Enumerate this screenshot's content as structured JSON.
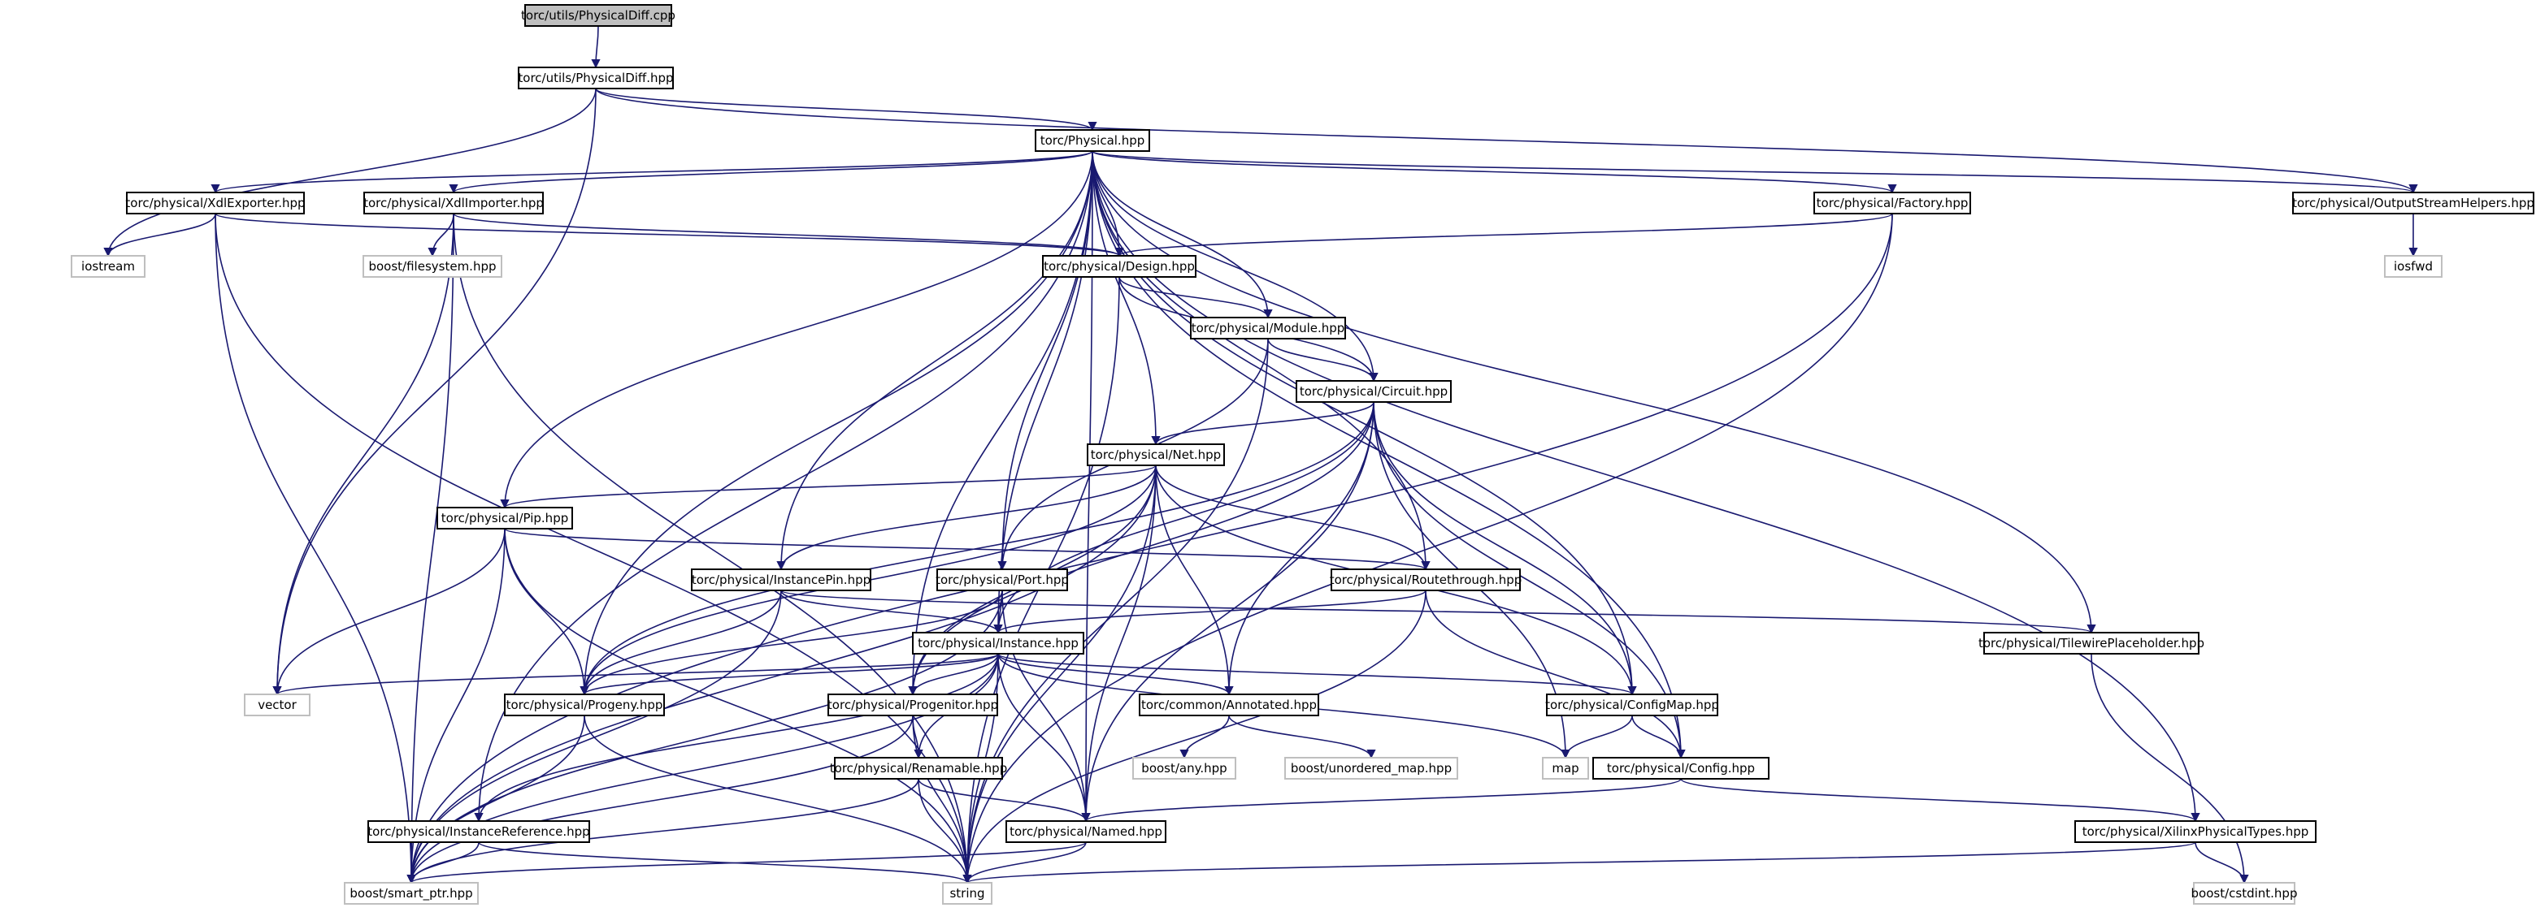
{
  "colors": {
    "root_fill": "#bfbfbf",
    "node_fill": "#ffffff",
    "ext_border": "#bfbfbf",
    "edge": "#191970"
  },
  "nodes": [
    {
      "id": "physdiff_cpp",
      "label": "torc/utils/PhysicalDiff.cpp",
      "style": "root"
    },
    {
      "id": "physdiff_hpp",
      "label": "torc/utils/PhysicalDiff.hpp",
      "style": "normal"
    },
    {
      "id": "physical",
      "label": "torc/Physical.hpp",
      "style": "normal"
    },
    {
      "id": "xdlexporter",
      "label": "torc/physical/XdlExporter.hpp",
      "style": "normal"
    },
    {
      "id": "xdlimporter",
      "label": "torc/physical/XdlImporter.hpp",
      "style": "normal"
    },
    {
      "id": "factory",
      "label": "torc/physical/Factory.hpp",
      "style": "normal"
    },
    {
      "id": "outstream",
      "label": "torc/physical/OutputStreamHelpers.hpp",
      "style": "normal"
    },
    {
      "id": "iostream",
      "label": "iostream",
      "style": "external"
    },
    {
      "id": "bfilesystem",
      "label": "boost/filesystem.hpp",
      "style": "external"
    },
    {
      "id": "design",
      "label": "torc/physical/Design.hpp",
      "style": "normal"
    },
    {
      "id": "iosfwd",
      "label": "iosfwd",
      "style": "external"
    },
    {
      "id": "module",
      "label": "torc/physical/Module.hpp",
      "style": "normal"
    },
    {
      "id": "circuit",
      "label": "torc/physical/Circuit.hpp",
      "style": "normal"
    },
    {
      "id": "net",
      "label": "torc/physical/Net.hpp",
      "style": "normal"
    },
    {
      "id": "pip",
      "label": "torc/physical/Pip.hpp",
      "style": "normal"
    },
    {
      "id": "instancepin",
      "label": "torc/physical/InstancePin.hpp",
      "style": "normal"
    },
    {
      "id": "port",
      "label": "torc/physical/Port.hpp",
      "style": "normal"
    },
    {
      "id": "routethrough",
      "label": "torc/physical/Routethrough.hpp",
      "style": "normal"
    },
    {
      "id": "instance",
      "label": "torc/physical/Instance.hpp",
      "style": "normal"
    },
    {
      "id": "tilewire",
      "label": "torc/physical/TilewirePlaceholder.hpp",
      "style": "normal"
    },
    {
      "id": "vector",
      "label": "vector",
      "style": "external"
    },
    {
      "id": "progeny",
      "label": "torc/physical/Progeny.hpp",
      "style": "normal"
    },
    {
      "id": "progenitor",
      "label": "torc/physical/Progenitor.hpp",
      "style": "normal"
    },
    {
      "id": "annotated",
      "label": "torc/common/Annotated.hpp",
      "style": "normal"
    },
    {
      "id": "configmap",
      "label": "torc/physical/ConfigMap.hpp",
      "style": "normal"
    },
    {
      "id": "bany",
      "label": "boost/any.hpp",
      "style": "external"
    },
    {
      "id": "bumap",
      "label": "boost/unordered_map.hpp",
      "style": "external"
    },
    {
      "id": "map",
      "label": "map",
      "style": "external"
    },
    {
      "id": "config",
      "label": "torc/physical/Config.hpp",
      "style": "normal"
    },
    {
      "id": "renamable",
      "label": "torc/physical/Renamable.hpp",
      "style": "normal"
    },
    {
      "id": "instref",
      "label": "torc/physical/InstanceReference.hpp",
      "style": "normal"
    },
    {
      "id": "named",
      "label": "torc/physical/Named.hpp",
      "style": "normal"
    },
    {
      "id": "xilinxtypes",
      "label": "torc/physical/XilinxPhysicalTypes.hpp",
      "style": "normal"
    },
    {
      "id": "bsmartptr",
      "label": "boost/smart_ptr.hpp",
      "style": "external"
    },
    {
      "id": "string",
      "label": "string",
      "style": "external"
    },
    {
      "id": "bcstdint",
      "label": "boost/cstdint.hpp",
      "style": "external"
    }
  ],
  "edges": [
    [
      "physdiff_cpp",
      "physdiff_hpp"
    ],
    [
      "physdiff_hpp",
      "physical"
    ],
    [
      "physdiff_hpp",
      "iostream"
    ],
    [
      "physdiff_hpp",
      "vector"
    ],
    [
      "physdiff_hpp",
      "outstream"
    ],
    [
      "physical",
      "xdlexporter"
    ],
    [
      "physical",
      "xdlimporter"
    ],
    [
      "physical",
      "factory"
    ],
    [
      "physical",
      "outstream"
    ],
    [
      "physical",
      "design"
    ],
    [
      "physical",
      "module"
    ],
    [
      "physical",
      "circuit"
    ],
    [
      "physical",
      "net"
    ],
    [
      "physical",
      "pip"
    ],
    [
      "physical",
      "instancepin"
    ],
    [
      "physical",
      "port"
    ],
    [
      "physical",
      "routethrough"
    ],
    [
      "physical",
      "instance"
    ],
    [
      "physical",
      "tilewire"
    ],
    [
      "physical",
      "progeny"
    ],
    [
      "physical",
      "progenitor"
    ],
    [
      "physical",
      "configmap"
    ],
    [
      "physical",
      "config"
    ],
    [
      "physical",
      "named"
    ],
    [
      "physical",
      "xilinxtypes"
    ],
    [
      "physical",
      "instref"
    ],
    [
      "xdlexporter",
      "iostream"
    ],
    [
      "xdlexporter",
      "design"
    ],
    [
      "xdlexporter",
      "bsmartptr"
    ],
    [
      "xdlexporter",
      "string"
    ],
    [
      "xdlimporter",
      "bfilesystem"
    ],
    [
      "xdlimporter",
      "design"
    ],
    [
      "xdlimporter",
      "vector"
    ],
    [
      "xdlimporter",
      "string"
    ],
    [
      "xdlimporter",
      "bsmartptr"
    ],
    [
      "factory",
      "design"
    ],
    [
      "factory",
      "bsmartptr"
    ],
    [
      "factory",
      "string"
    ],
    [
      "outstream",
      "iosfwd"
    ],
    [
      "design",
      "module"
    ],
    [
      "design",
      "circuit"
    ],
    [
      "design",
      "string"
    ],
    [
      "module",
      "circuit"
    ],
    [
      "module",
      "port"
    ],
    [
      "module",
      "string"
    ],
    [
      "circuit",
      "net"
    ],
    [
      "circuit",
      "instance"
    ],
    [
      "circuit",
      "progeny"
    ],
    [
      "circuit",
      "progenitor"
    ],
    [
      "circuit",
      "annotated"
    ],
    [
      "circuit",
      "configmap"
    ],
    [
      "circuit",
      "config"
    ],
    [
      "circuit",
      "map"
    ],
    [
      "circuit",
      "named"
    ],
    [
      "net",
      "pip"
    ],
    [
      "net",
      "instancepin"
    ],
    [
      "net",
      "routethrough"
    ],
    [
      "net",
      "progeny"
    ],
    [
      "net",
      "progenitor"
    ],
    [
      "net",
      "annotated"
    ],
    [
      "net",
      "configmap"
    ],
    [
      "net",
      "named"
    ],
    [
      "net",
      "string"
    ],
    [
      "net",
      "bsmartptr"
    ],
    [
      "pip",
      "routethrough"
    ],
    [
      "pip",
      "vector"
    ],
    [
      "pip",
      "progeny"
    ],
    [
      "pip",
      "string"
    ],
    [
      "pip",
      "bsmartptr"
    ],
    [
      "instancepin",
      "instance"
    ],
    [
      "instancepin",
      "tilewire"
    ],
    [
      "instancepin",
      "progeny"
    ],
    [
      "instancepin",
      "bsmartptr"
    ],
    [
      "port",
      "instance"
    ],
    [
      "port",
      "progeny"
    ],
    [
      "port",
      "named"
    ],
    [
      "port",
      "bsmartptr"
    ],
    [
      "routethrough",
      "instance"
    ],
    [
      "routethrough",
      "config"
    ],
    [
      "routethrough",
      "string"
    ],
    [
      "instance",
      "vector"
    ],
    [
      "instance",
      "progeny"
    ],
    [
      "instance",
      "progenitor"
    ],
    [
      "instance",
      "annotated"
    ],
    [
      "instance",
      "configmap"
    ],
    [
      "instance",
      "renamable"
    ],
    [
      "instance",
      "named"
    ],
    [
      "instance",
      "instref"
    ],
    [
      "instance",
      "map"
    ],
    [
      "instance",
      "string"
    ],
    [
      "instance",
      "bsmartptr"
    ],
    [
      "tilewire",
      "bcstdint"
    ],
    [
      "progeny",
      "bsmartptr"
    ],
    [
      "progeny",
      "string"
    ],
    [
      "progenitor",
      "renamable"
    ],
    [
      "progenitor",
      "bsmartptr"
    ],
    [
      "progenitor",
      "string"
    ],
    [
      "annotated",
      "bany"
    ],
    [
      "annotated",
      "bumap"
    ],
    [
      "configmap",
      "map"
    ],
    [
      "configmap",
      "config"
    ],
    [
      "config",
      "named"
    ],
    [
      "config",
      "xilinxtypes"
    ],
    [
      "renamable",
      "named"
    ],
    [
      "renamable",
      "bsmartptr"
    ],
    [
      "renamable",
      "string"
    ],
    [
      "instref",
      "bsmartptr"
    ],
    [
      "instref",
      "string"
    ],
    [
      "named",
      "string"
    ],
    [
      "named",
      "bsmartptr"
    ],
    [
      "xilinxtypes",
      "bcstdint"
    ],
    [
      "xilinxtypes",
      "string"
    ]
  ]
}
